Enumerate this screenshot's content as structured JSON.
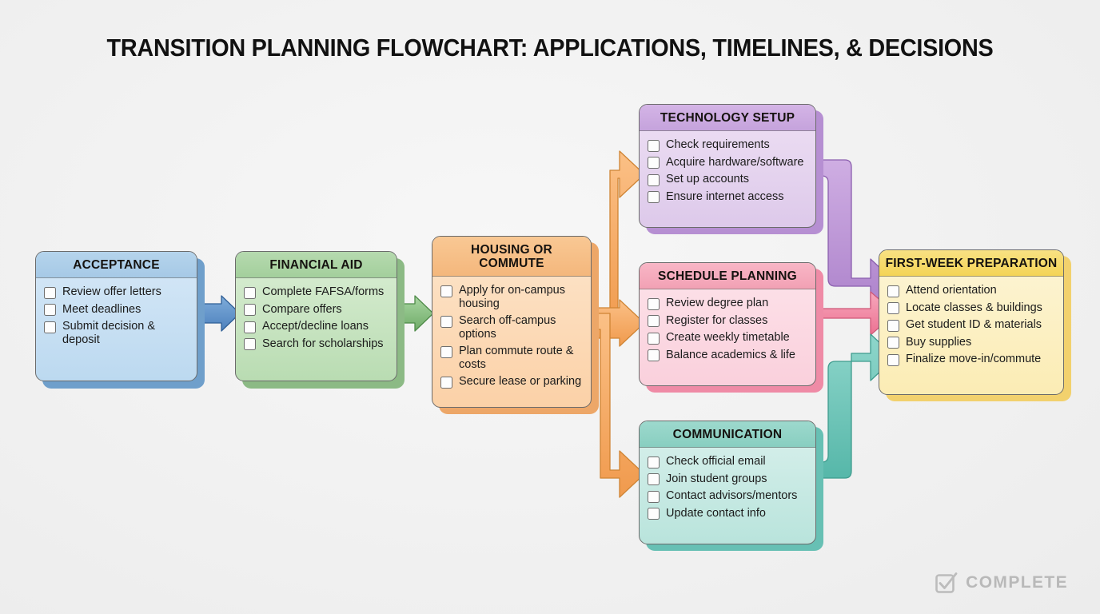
{
  "title": "TRANSITION PLANNING FLOWCHART: APPLICATIONS, TIMELINES, & DECISIONS",
  "badge": {
    "label": "COMPLETE",
    "icon": "checked-box-icon"
  },
  "colors": {
    "background": "#f2f2f2",
    "acceptance": "#b8d6ef",
    "acceptance_header": "#a9cce8",
    "acceptance_arrow": "#5b8fc9",
    "financial_aid": "#c3e0bd",
    "financial_aid_header": "#a9d3a4",
    "financial_aid_arrow": "#7fba7a",
    "housing": "#fad3ac",
    "housing_header": "#f5b97f",
    "housing_arrow": "#f5a85e",
    "technology": "#e0cdea",
    "technology_header": "#c9a8de",
    "technology_arrow": "#bb92d6",
    "schedule": "#fbd3dd",
    "schedule_header": "#f4a4b8",
    "schedule_arrow": "#ef7f9c",
    "communication": "#bfe5de",
    "communication_header": "#8fd3c6",
    "communication_arrow": "#68c3b6",
    "first_week": "#fbedbb",
    "first_week_header": "#f5d967"
  },
  "nodes": [
    {
      "id": "acceptance",
      "title": "ACCEPTANCE",
      "items": [
        "Review offer letters",
        "Meet deadlines",
        "Submit decision & deposit"
      ]
    },
    {
      "id": "financial-aid",
      "title": "FINANCIAL AID",
      "items": [
        "Complete FAFSA/forms",
        "Compare offers",
        "Accept/decline loans",
        "Search for scholarships"
      ]
    },
    {
      "id": "housing-or-commute",
      "title": "HOUSING OR COMMUTE",
      "items": [
        "Apply for on-campus housing",
        "Search off-campus options",
        "Plan commute route & costs",
        "Secure lease or parking"
      ]
    },
    {
      "id": "technology-setup",
      "title": "TECHNOLOGY SETUP",
      "items": [
        "Check requirements",
        "Acquire hardware/software",
        "Set up accounts",
        "Ensure internet access"
      ]
    },
    {
      "id": "schedule-planning",
      "title": "SCHEDULE PLANNING",
      "items": [
        "Review degree plan",
        "Register for classes",
        "Create weekly timetable",
        "Balance academics & life"
      ]
    },
    {
      "id": "communication",
      "title": "COMMUNICATION",
      "items": [
        "Check official email",
        "Join student groups",
        "Contact advisors/mentors",
        "Update contact info"
      ]
    },
    {
      "id": "first-week-preparation",
      "title": "FIRST-WEEK PREPARATION",
      "items": [
        "Attend orientation",
        "Locate classes & buildings",
        "Get student ID & materials",
        "Buy supplies",
        "Finalize move-in/commute"
      ]
    }
  ],
  "connections": [
    {
      "from": "acceptance",
      "to": "financial-aid",
      "color": "#5b8fc9"
    },
    {
      "from": "financial-aid",
      "to": "housing-or-commute",
      "color": "#7fba7a"
    },
    {
      "from": "housing-or-commute",
      "to": "technology-setup",
      "color": "#f5a85e"
    },
    {
      "from": "housing-or-commute",
      "to": "schedule-planning",
      "color": "#f5a85e"
    },
    {
      "from": "housing-or-commute",
      "to": "communication",
      "color": "#f5a85e"
    },
    {
      "from": "technology-setup",
      "to": "first-week-preparation",
      "color": "#bb92d6"
    },
    {
      "from": "schedule-planning",
      "to": "first-week-preparation",
      "color": "#ef7f9c"
    },
    {
      "from": "communication",
      "to": "first-week-preparation",
      "color": "#68c3b6"
    }
  ]
}
